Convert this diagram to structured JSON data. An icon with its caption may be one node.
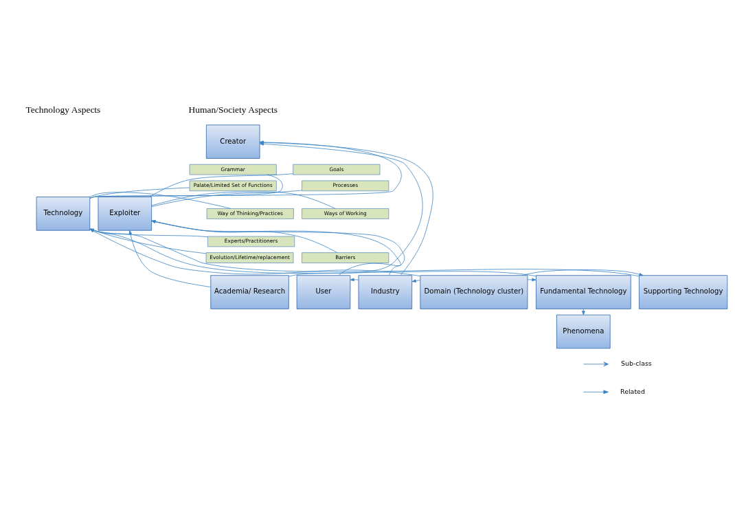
{
  "diagram": {
    "nodes": [
      {
        "text": [
          "Creator"
        ]
      },
      {
        "text": [
          "Goals"
        ]
      },
      {
        "text": [
          "Processes"
        ]
      },
      {
        "text": [
          "Ways of Working"
        ]
      },
      {
        "text": [
          "Barriers"
        ]
      },
      {
        "text": [
          "Exploiter"
        ]
      },
      {
        "text": [
          "Technology"
        ]
      },
      {
        "text": [
          "Grammar"
        ]
      },
      {
        "text": [
          "Palate/Limited Set of Functions"
        ]
      },
      {
        "text": [
          "Way of Thinking/Practices"
        ]
      },
      {
        "text": [
          "Experts/Practitioners"
        ]
      },
      {
        "text": [
          "Evolution/Lifetime/replacement"
        ]
      },
      {
        "text": [
          "Academia/ Research"
        ]
      },
      {
        "text": [
          "User"
        ]
      },
      {
        "text": [
          "Industry"
        ]
      },
      {
        "text": [
          "Domain (Technology cluster)"
        ]
      },
      {
        "text": [
          "Fundamental Technology"
        ]
      },
      {
        "text": [
          "Supporting Technology"
        ]
      },
      {
        "text": [
          "Phenomena"
        ]
      }
    ],
    "edges": [
      {
        "from": 12,
        "to": 0,
        "arrow": "to"
      },
      {
        "from": 14,
        "to": 0,
        "arrow": "to"
      },
      {
        "from": 6,
        "to": 0,
        "arrow": "to"
      },
      {
        "from": 1,
        "to": 5,
        "arrow": "none"
      },
      {
        "from": 2,
        "to": 5,
        "arrow": "none"
      },
      {
        "from": 3,
        "to": 5,
        "arrow": "none"
      },
      {
        "from": 4,
        "to": 5,
        "arrow": "none"
      },
      {
        "from": 12,
        "to": 5,
        "arrow": "to"
      },
      {
        "from": 13,
        "to": 5,
        "arrow": "to"
      },
      {
        "from": 14,
        "to": 5,
        "arrow": "to"
      },
      {
        "from": 6,
        "to": 7,
        "arrow": "none"
      },
      {
        "from": 6,
        "to": 8,
        "arrow": "none"
      },
      {
        "from": 6,
        "to": 9,
        "arrow": "none"
      },
      {
        "from": 6,
        "to": 10,
        "arrow": "none"
      },
      {
        "from": 6,
        "to": 11,
        "arrow": "none"
      },
      {
        "from": 15,
        "to": 6,
        "arrow": "to"
      },
      {
        "from": 16,
        "to": 6,
        "arrow": "to"
      },
      {
        "from": 17,
        "to": 6,
        "arrow": "to"
      },
      {
        "from": 14,
        "to": 13,
        "arrow": "to"
      },
      {
        "from": 15,
        "to": 14,
        "arrow": "to"
      },
      {
        "from": 15,
        "to": 16,
        "arrow": "to"
      },
      {
        "from": 15,
        "to": 17,
        "arrow": "to"
      },
      {
        "from": 16,
        "to": 18,
        "arrow": "to"
      }
    ],
    "labels": [
      "Human/Society Aspects",
      "Technology Aspects"
    ],
    "legend": [
      {
        "text": "Sub-class"
      },
      {
        "text": "Related"
      }
    ]
  }
}
